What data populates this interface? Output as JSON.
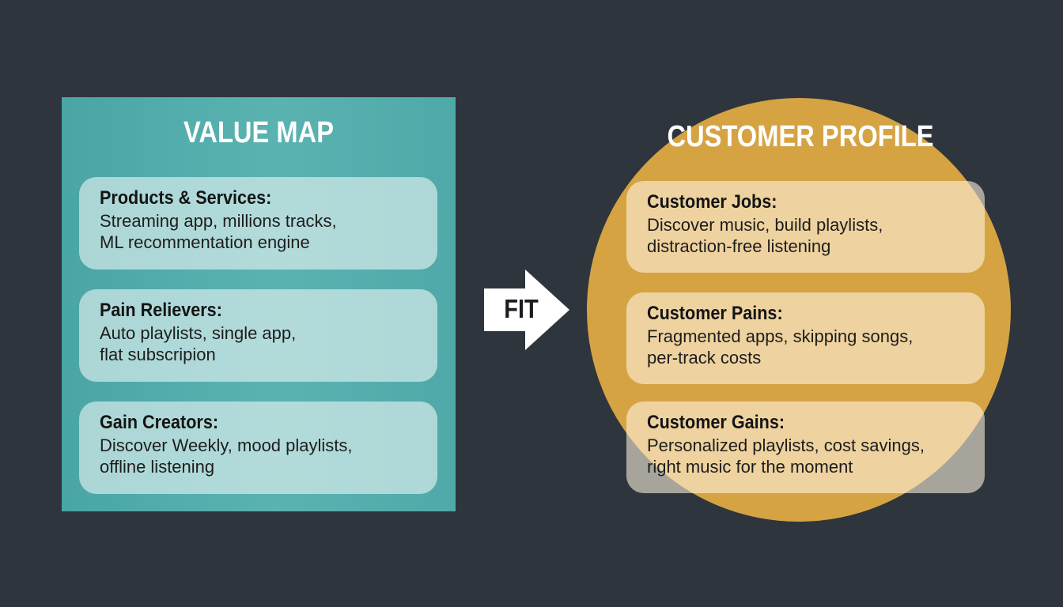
{
  "value_map": {
    "title": "VALUE MAP",
    "cards": [
      {
        "heading": "Products & Services:",
        "body": "Streaming app, millions tracks,\nML recommentation engine"
      },
      {
        "heading": "Pain Relievers:",
        "body": "Auto playlists, single app,\nflat subscripion"
      },
      {
        "heading": "Gain Creators:",
        "body": "Discover Weekly, mood playlists,\noffline listening"
      }
    ]
  },
  "connector": {
    "label": "FIT"
  },
  "customer_profile": {
    "title": "CUSTOMER PROFILE",
    "cards": [
      {
        "heading": "Customer Jobs:",
        "body": "Discover music, build playlists,\ndistraction-free listening"
      },
      {
        "heading": "Customer Pains:",
        "body": "Fragmented apps, skipping songs,\nper-track costs"
      },
      {
        "heading": "Customer Gains:",
        "body": "Personalized playlists, cost savings,\nright music for the moment"
      }
    ]
  },
  "colors": {
    "background": "#2f353d",
    "value_map_fill": "#52adac",
    "customer_profile_fill": "#d6a343",
    "arrow_fill": "#ffffff"
  }
}
